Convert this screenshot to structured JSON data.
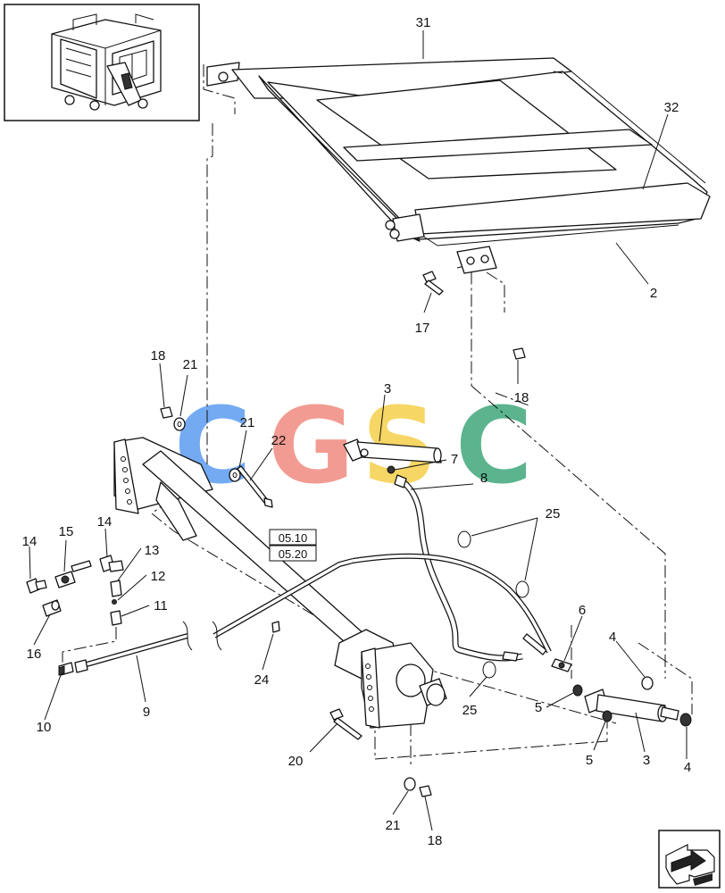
{
  "labels": {
    "p31": "31",
    "p32": "32",
    "p2": "2",
    "p17": "17",
    "p18a": "18",
    "p18b": "18",
    "p21a": "21",
    "p21b": "21",
    "p22": "22",
    "p3a": "3",
    "p7": "7",
    "p8": "8",
    "p25a": "25",
    "p25b": "25",
    "p6": "6",
    "p4a": "4",
    "p4b": "4",
    "p5a": "5",
    "p5b": "5",
    "p3b": "3",
    "p14a": "14",
    "p14b": "14",
    "p15": "15",
    "p13": "13",
    "p12": "12",
    "p11": "11",
    "p16": "16",
    "p10": "10",
    "p9": "9",
    "p24": "24",
    "p20": "20",
    "p21c": "21",
    "p18c": "18"
  },
  "references": [
    "05.10",
    "05.20"
  ],
  "watermark": {
    "letters": [
      "C",
      "G",
      "S",
      "C"
    ],
    "colors": [
      "#5b9cf0",
      "#f08a80",
      "#f5d04a",
      "#3fa87a"
    ]
  },
  "icons": {
    "overview": "baler-thumbnail-icon",
    "navigation": "next-page-arrow-icon"
  }
}
